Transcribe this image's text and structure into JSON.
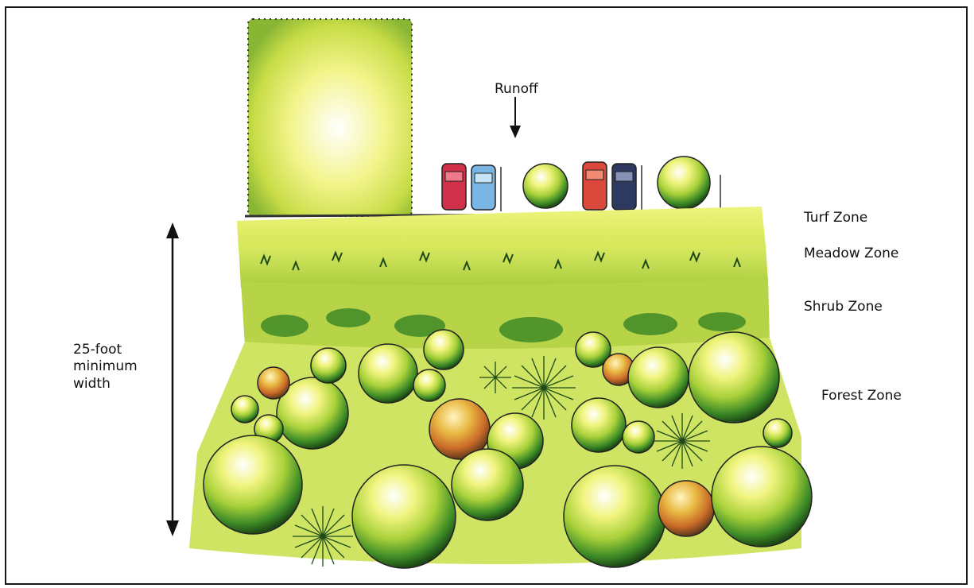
{
  "figure": {
    "runoff_label": "Runoff",
    "zones": {
      "turf": "Turf Zone",
      "meadow": "Meadow Zone",
      "shrub": "Shrub Zone",
      "forest": "Forest Zone"
    },
    "width_label": "25-foot minimum width"
  },
  "colors": {
    "border": "#1a1a1a",
    "light_green": "#e8f07a",
    "mid_green": "#b9d63a",
    "dark_green": "#2f7a22",
    "deep_green": "#1f4a18",
    "car_red": "#d0304a",
    "car_blue": "#79b6e6",
    "car_orange_red": "#d9483a",
    "car_navy": "#2d3960"
  }
}
